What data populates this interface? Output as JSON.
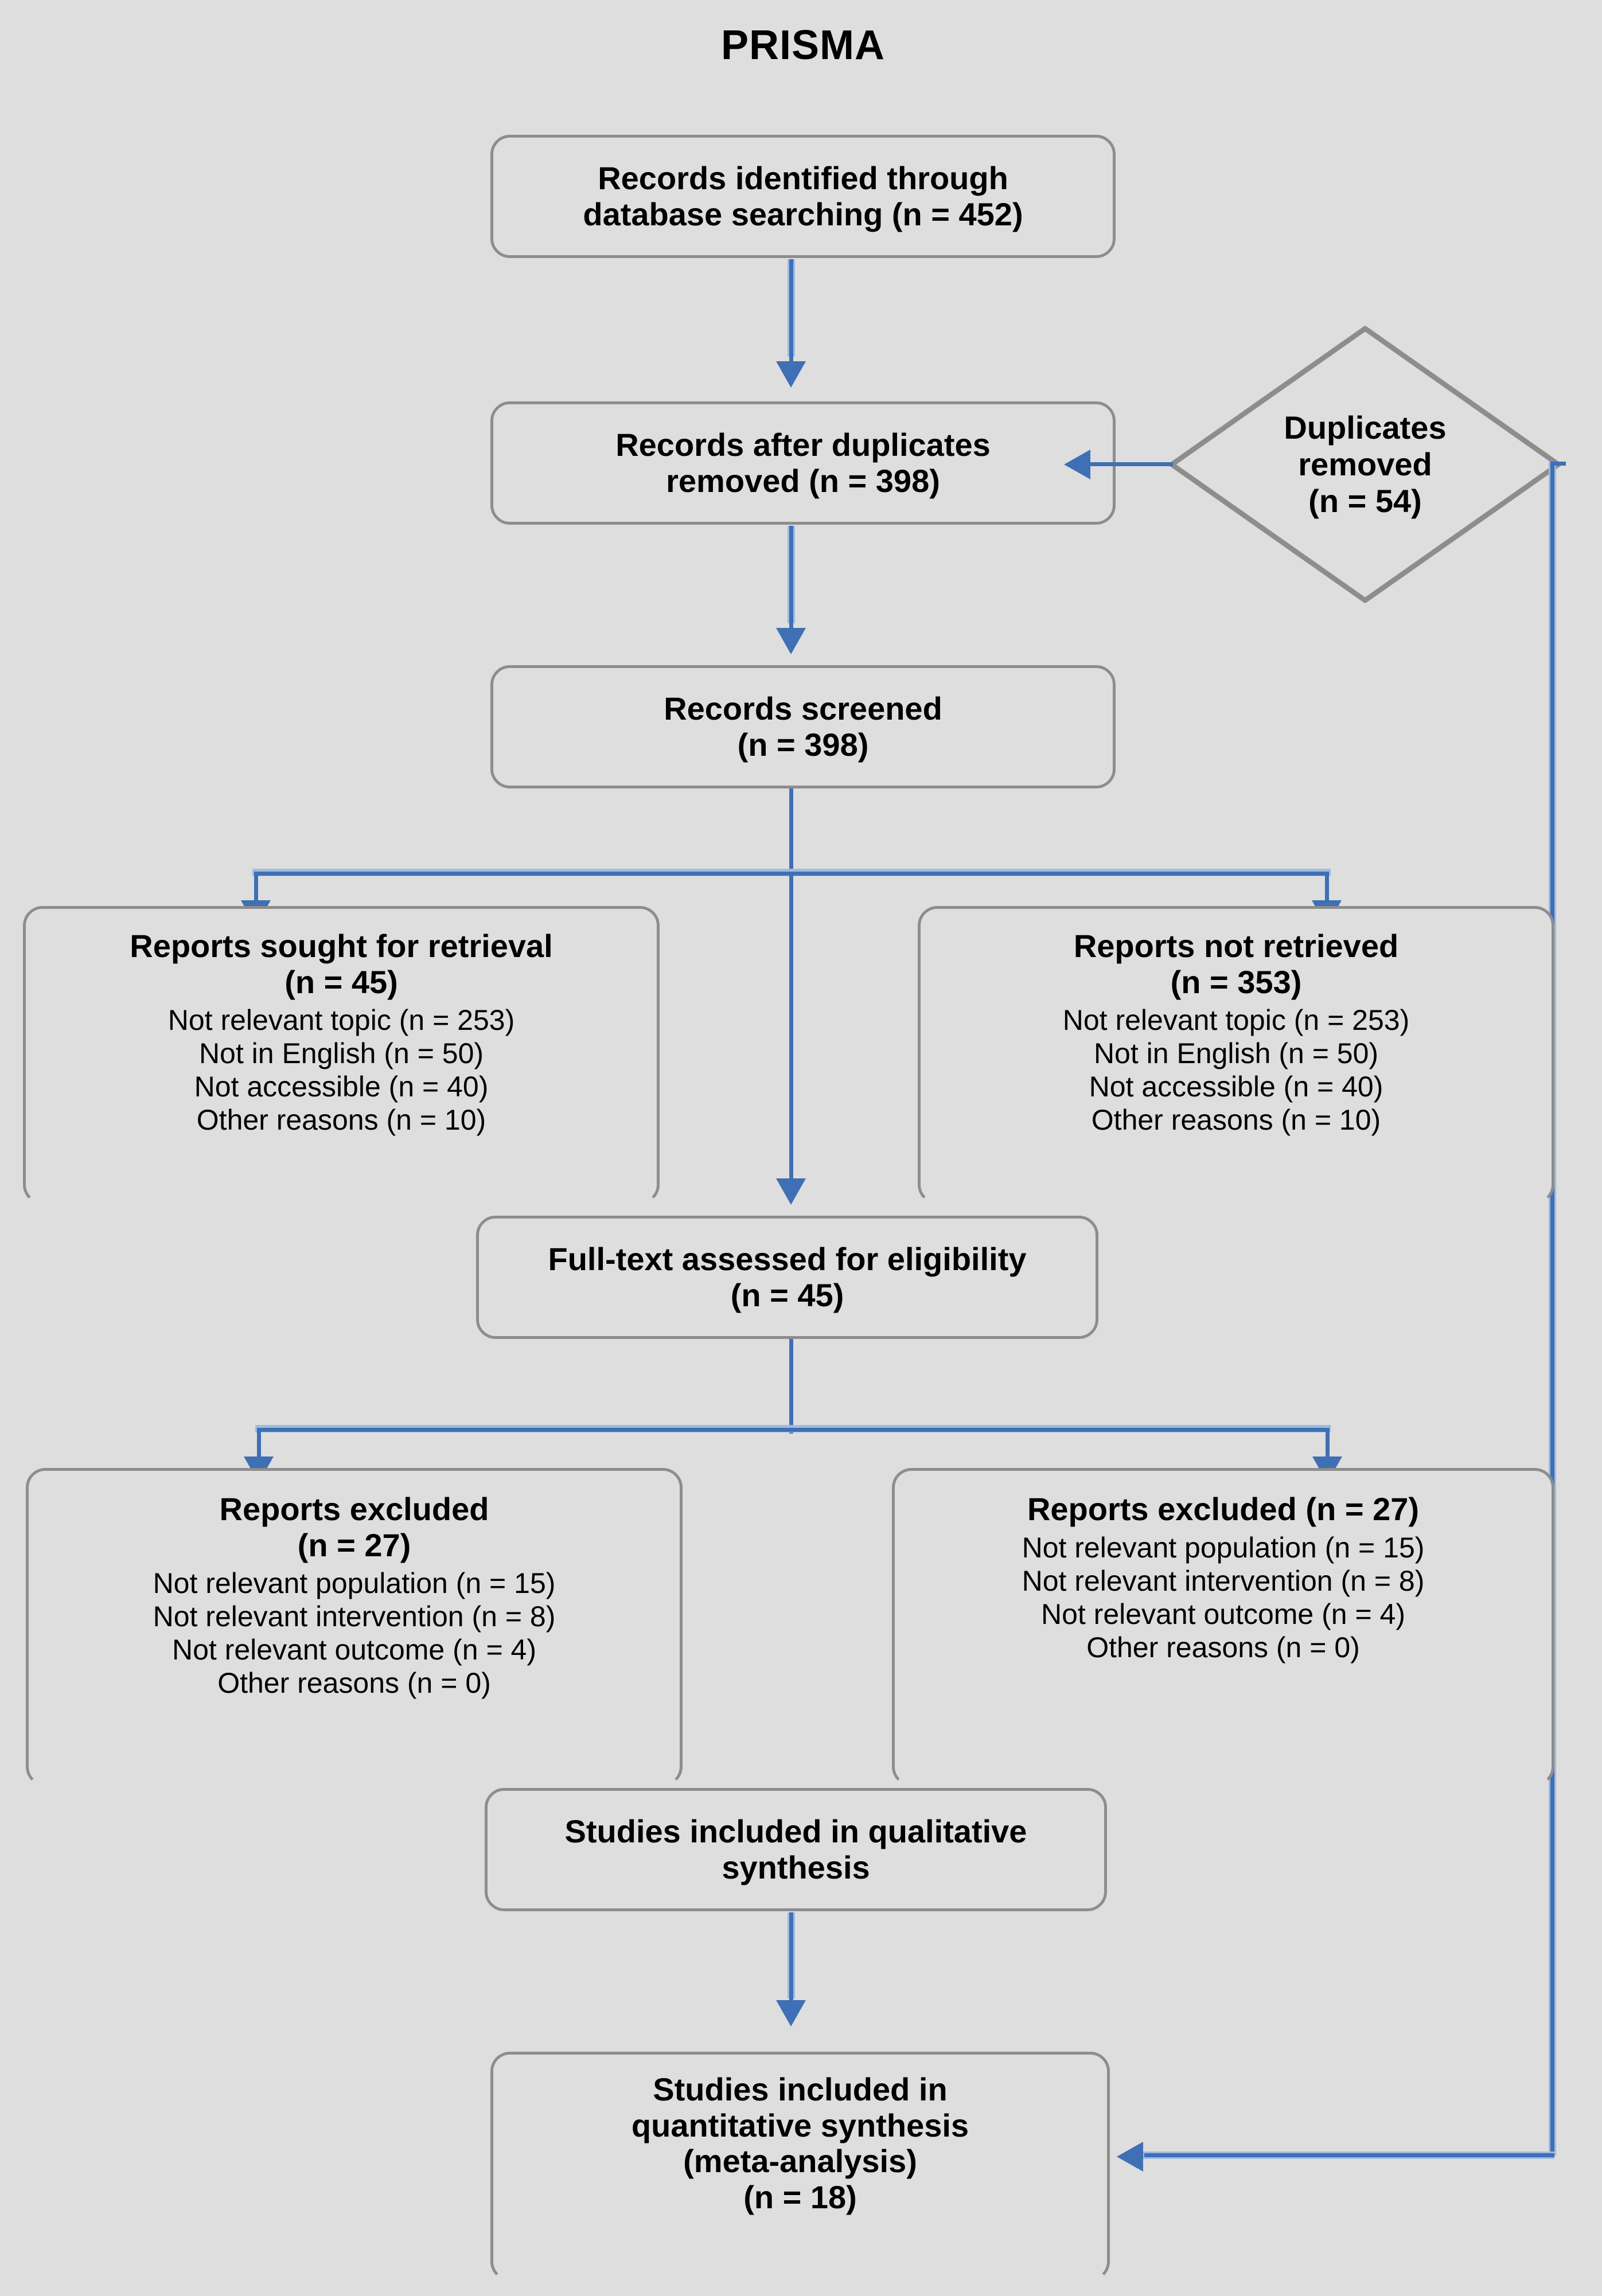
{
  "diagram": {
    "title": "PRISMA",
    "type": "flowchart",
    "accent_color": "#3f6fb5",
    "background_color": "#dedede",
    "box_border_color": "#8d8d8d",
    "text_color": "#000000"
  },
  "nodes": {
    "identified": {
      "heading": "Records identified through\ndatabase searching (n = 452)"
    },
    "after_duplicates": {
      "heading": "Records after duplicates\nremoved (n = 398)"
    },
    "duplicates_removed": {
      "heading": "Duplicates\nremoved\n(n = 54)"
    },
    "screened": {
      "heading": "Records screened",
      "count": "(n = 398)"
    },
    "sought": {
      "heading": "Reports sought for retrieval",
      "count": "(n = 45)",
      "reasons": [
        "Not relevant topic (n = 253)",
        "Not in English (n = 50)",
        "Not accessible (n = 40)",
        "Other reasons (n = 10)"
      ]
    },
    "not_retrieved": {
      "heading": "Reports not retrieved",
      "count": "(n = 353)",
      "reasons": [
        "Not relevant topic (n = 253)",
        "Not in English (n = 50)",
        "Not accessible (n = 40)",
        "Other reasons (n = 10)"
      ]
    },
    "fulltext": {
      "heading": "Full-text assessed for eligibility",
      "count": "(n = 45)"
    },
    "excluded_left": {
      "heading": "Reports excluded",
      "count": "(n = 27)",
      "reasons": [
        "Not relevant population (n = 15)",
        "Not relevant intervention (n = 8)",
        "Not relevant outcome (n = 4)",
        "Other reasons (n = 0)"
      ]
    },
    "excluded_right": {
      "heading": "Reports excluded (n = 27)",
      "reasons": [
        "Not relevant population (n = 15)",
        "Not relevant intervention (n = 8)",
        "Not relevant outcome (n = 4)",
        "Other reasons (n = 0)"
      ]
    },
    "qualitative": {
      "heading": "Studies included in qualitative\nsynthesis"
    },
    "quantitative": {
      "heading": "Studies included in\nquantitative synthesis\n(meta-analysis)",
      "count": "(n = 18)"
    }
  }
}
